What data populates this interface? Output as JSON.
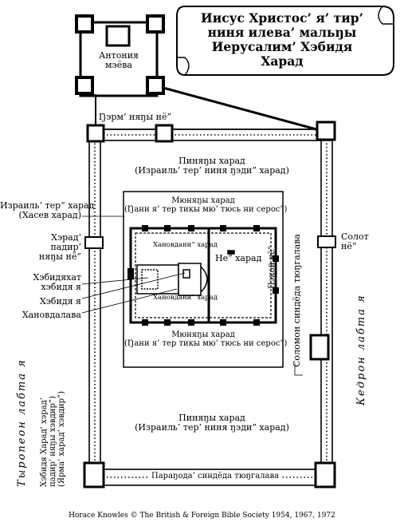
{
  "title_lines": [
    "Иисус Христос’ я’ тир’",
    "ниня илева’ мальŋы",
    "Иерусалим’ Хэбидя Харад"
  ],
  "labels": {
    "antonia": [
      "Антония",
      "мэёва"
    ],
    "north_gate": "Ŋэрм’ няŋы нё”",
    "court_gentiles_top": [
      "Пиняŋы харад",
      "(Израиль’ тер’ ниня ŋэди” харад)"
    ],
    "court_gentiles_bottom": [
      "Пиняŋы харад",
      "(Израиль’ тер’ ниня ŋэди” харад)"
    ],
    "israel_court": [
      "Израиль’ тер” харад",
      "(Хасев харад)"
    ],
    "inner_court_top": [
      "Мюняŋы харад",
      "(Ŋани я’ тер тикы мю’ тюсь ни серос”)"
    ],
    "inner_court_bottom": [
      "Мюняŋы харад",
      "(Ŋани я’ тер тикы мю’ тюсь ни серос”)"
    ],
    "west_gate": [
      "Хэрад’",
      "падир’",
      "няŋы нё”"
    ],
    "priests_court_top": "Хановдани” харад",
    "priests_court_bottom": "Хановдани” харад",
    "women_court": "Не” харад",
    "holy_of_holies": [
      "Хэбидяхат",
      "хэбидя я"
    ],
    "holy_place": "Хэбидя я",
    "altar": "Хановдалава",
    "beautiful_gate": "Пэкой нё”",
    "solomon_porch": "Соломон синдёда тюŋгалава",
    "golden_gate": [
      "Солот",
      "нё”"
    ],
    "kidron": "Кедрон лабта я",
    "tyropoeon": "Тыропеон лабта я",
    "royal_porch": "Параŋода’ синдёда тюŋгалава",
    "west_stairs": [
      "Хэбидя Харад’ хэрад’",
      "падир’ няŋы хэвдир”)",
      "(Ярма’ харад’ хэвдир”)"
    ]
  },
  "credit": "Horace Knowles © The British & Foreign Bible Society 1954, 1967, 1972"
}
